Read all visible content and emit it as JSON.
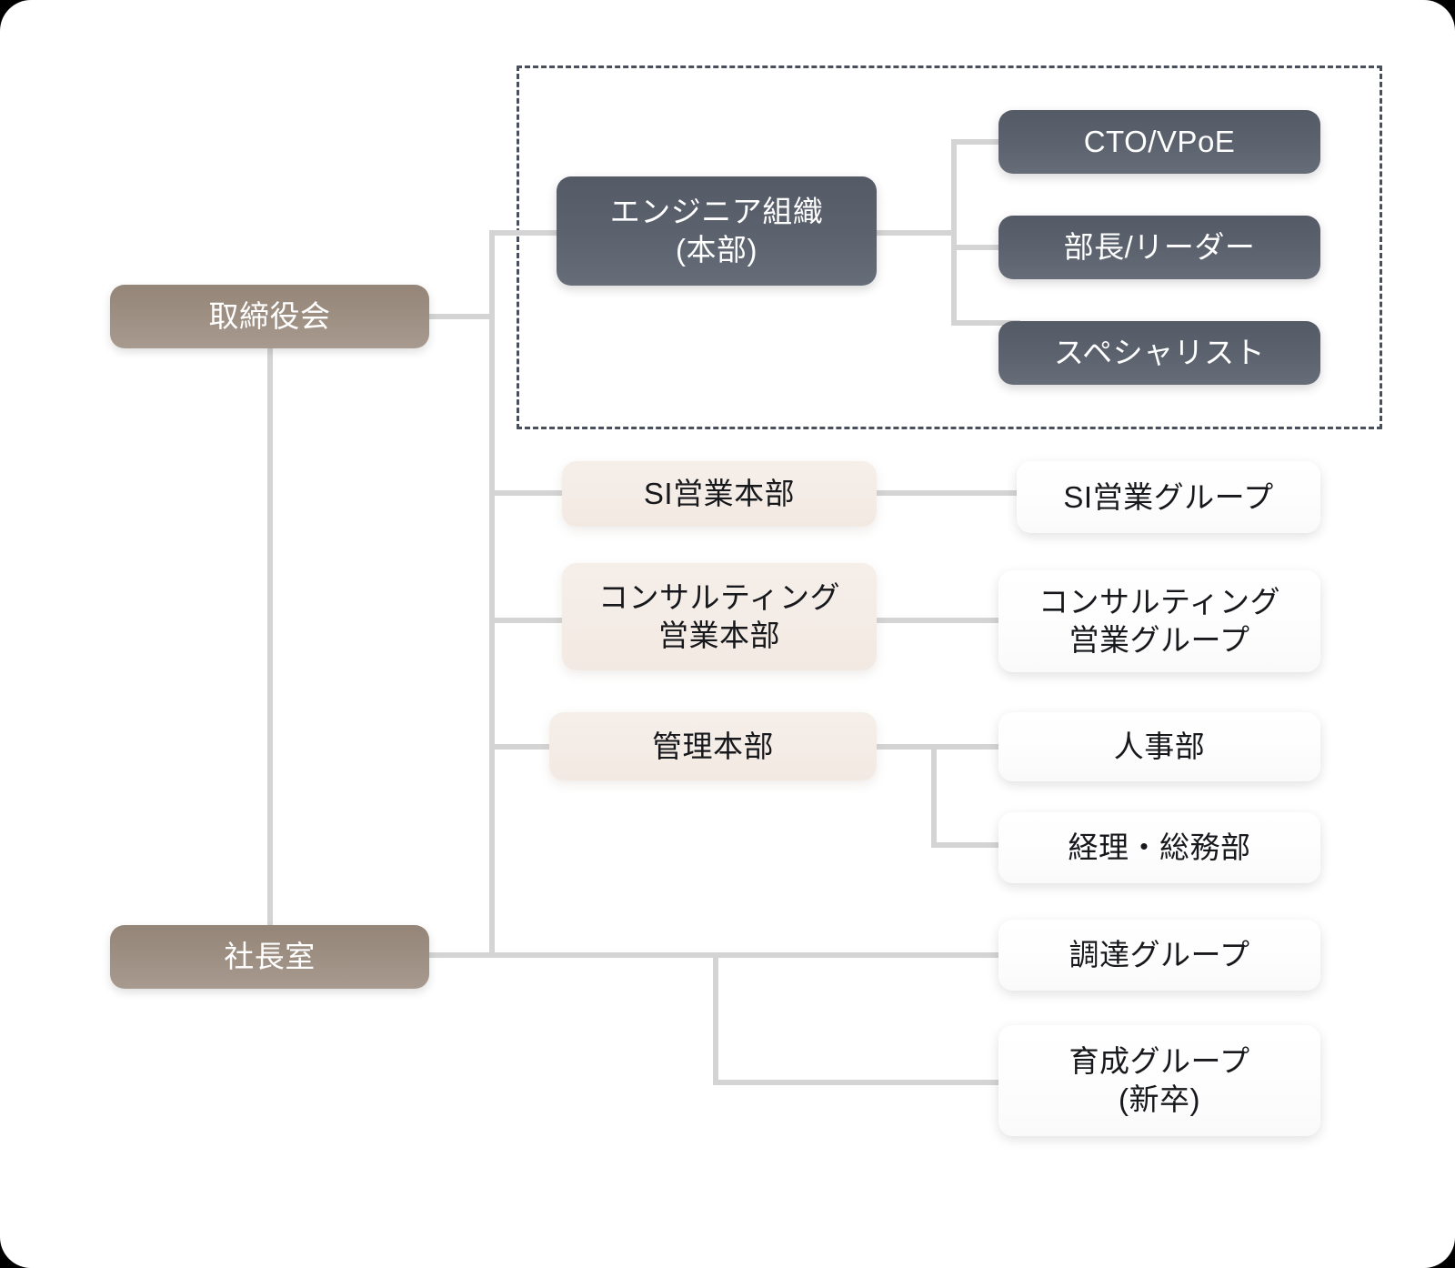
{
  "diagram": {
    "type": "organization-chart",
    "title": "",
    "colors": {
      "level1": "#9f9084",
      "engineering": "#5b626e",
      "division": "#f4ece6",
      "group": "#ffffff",
      "connector": "#d4d4d4",
      "group_frame": "#4a4f5c",
      "canvas": "#ffffff"
    },
    "nodes": {
      "board": {
        "label": "取締役会"
      },
      "president_office": {
        "label": "社長室"
      },
      "engineering_div": {
        "label": "エンジニア組織\n(本部)"
      },
      "cto_vpoe": {
        "label": "CTO/VPoE"
      },
      "manager_leader": {
        "label": "部長/リーダー"
      },
      "specialist": {
        "label": "スペシャリスト"
      },
      "si_sales_div": {
        "label": "SI営業本部"
      },
      "si_sales_group": {
        "label": "SI営業グループ"
      },
      "consulting_sales_div": {
        "label": "コンサルティング\n営業本部"
      },
      "consulting_sales_group": {
        "label": "コンサルティング\n営業グループ"
      },
      "admin_div": {
        "label": "管理本部"
      },
      "hr_dept": {
        "label": "人事部"
      },
      "accounting_general_affairs_dept": {
        "label": "経理・総務部"
      },
      "procurement_group": {
        "label": "調達グループ"
      },
      "training_group": {
        "label": "育成グループ\n(新卒)"
      }
    }
  }
}
